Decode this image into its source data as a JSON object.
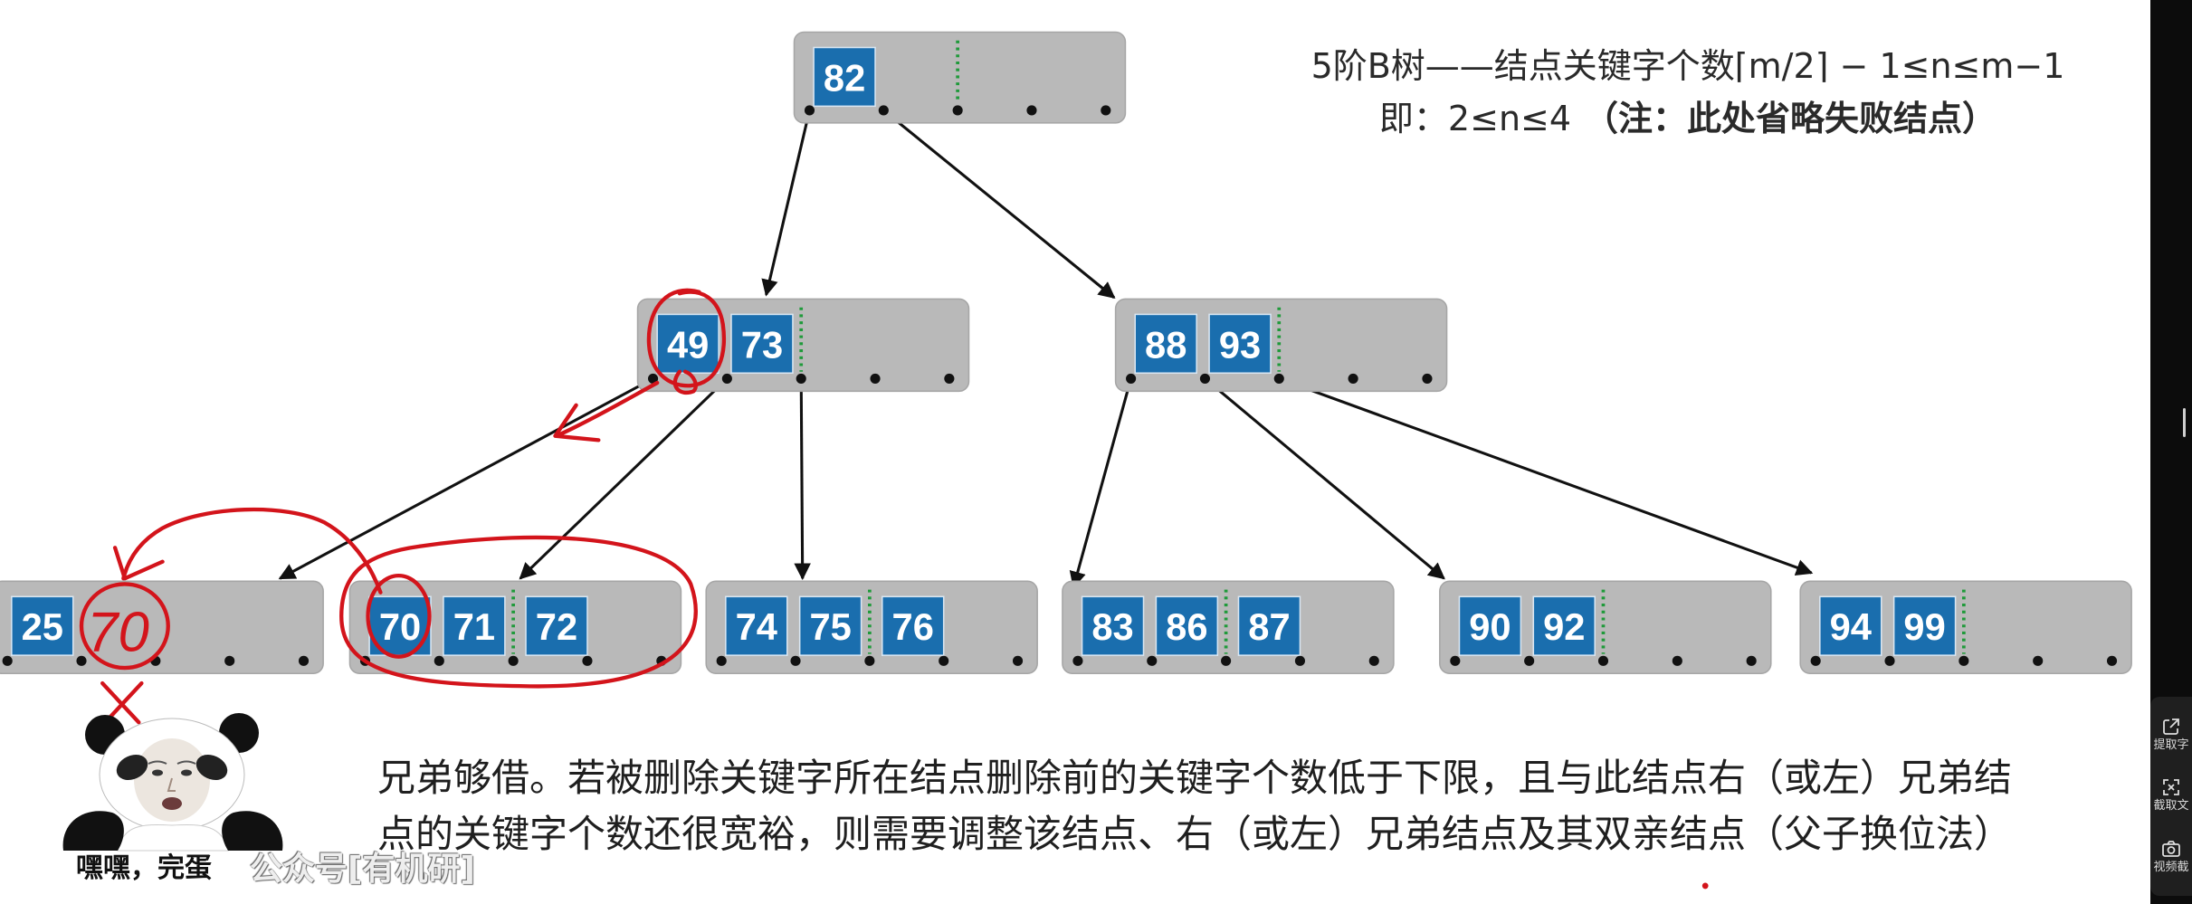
{
  "header": {
    "line1": "5阶B树——结点关键字个数⌈m/2⌉ − 1≤n≤m−1",
    "line2_range": "即：2≤n≤4",
    "line2_note": "（注：此处省略失败结点）"
  },
  "tree": {
    "root": {
      "keys": [
        "82"
      ]
    },
    "level2": [
      {
        "keys": [
          "49",
          "73"
        ]
      },
      {
        "keys": [
          "88",
          "93"
        ]
      }
    ],
    "leaves": [
      {
        "keys": [
          "25"
        ]
      },
      {
        "keys": [
          "70",
          "71",
          "72"
        ]
      },
      {
        "keys": [
          "74",
          "75",
          "76"
        ]
      },
      {
        "keys": [
          "83",
          "86",
          "87"
        ]
      },
      {
        "keys": [
          "90",
          "92"
        ]
      },
      {
        "keys": [
          "94",
          "99"
        ]
      }
    ]
  },
  "annotations": {
    "handwritten_key": "70"
  },
  "caption": {
    "line1": "兄弟够借。若被删除关键字所在结点删除前的关键字个数低于下限，且与此结点右（或左）兄弟结",
    "line2": "点的关键字个数还很宽裕，则需要调整该结点、右（或左）兄弟结点及其双亲结点（父子换位法）"
  },
  "meme": {
    "caption": "嘿嘿，完蛋"
  },
  "watermark": "公众号[有机研]",
  "sidebar": {
    "tools": [
      {
        "icon": "extract-text-icon",
        "label": "提取字"
      },
      {
        "icon": "crop-text-icon",
        "label": "截取文"
      },
      {
        "icon": "camera-icon",
        "label": "视频截"
      }
    ]
  },
  "colors": {
    "key_fill": "#1a6eae",
    "node_fill": "#b9b9b9",
    "node_border": "#a6a6a6",
    "divider": "#1f9a3a",
    "annotation": "#d3141b",
    "sidebar_bg": "#0c0c0c"
  }
}
